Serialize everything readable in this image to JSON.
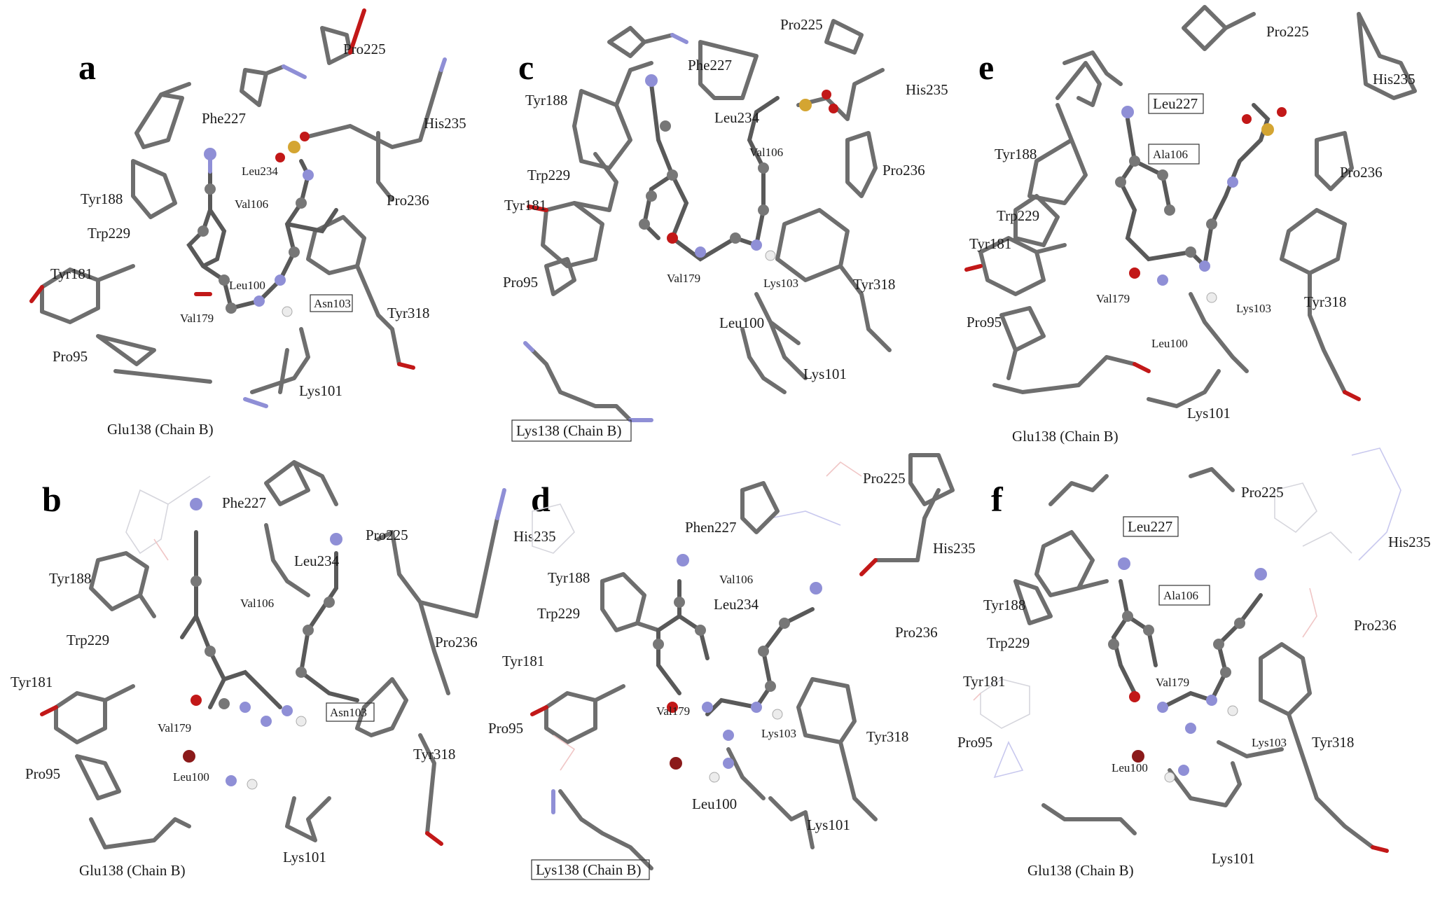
{
  "panels": [
    {
      "letter": "a",
      "labels": [
        "Pro225",
        "Phe227",
        "His235",
        "Tyr188",
        "Leu234",
        "Val106",
        "Pro236",
        "Trp229",
        "Tyr181",
        "Leu100",
        "Val179",
        "Tyr318",
        "Pro95",
        "Lys101",
        "Glu138 (Chain B)"
      ],
      "boxed": [
        "Asn103"
      ]
    },
    {
      "letter": "b",
      "labels": [
        "Phe227",
        "Pro225",
        "His235",
        "Leu234",
        "Tyr188",
        "Val106",
        "Pro236",
        "Trp229",
        "Tyr181",
        "Val179",
        "Tyr318",
        "Pro95",
        "Leu100",
        "Lys101",
        "Glu138 (Chain B)"
      ],
      "boxed": [
        "Asn103"
      ]
    },
    {
      "letter": "c",
      "labels": [
        "Pro225",
        "Phe227",
        "Tyr188",
        "Leu234",
        "His235",
        "Val106",
        "Pro236",
        "Trp229",
        "Tyr181",
        "Pro95",
        "Val179",
        "Lys103",
        "Tyr318",
        "Leu100",
        "Lys101"
      ],
      "boxed": [
        "Lys138 (Chain B)"
      ]
    },
    {
      "letter": "d",
      "labels": [
        "Pro225",
        "Phen227",
        "His235",
        "Val106",
        "Tyr188",
        "Leu234",
        "Pro236",
        "Trp229",
        "Tyr181",
        "Val179",
        "Pro95",
        "Lys103",
        "Tyr318",
        "Leu100",
        "Lys101"
      ],
      "boxed": [
        "Lys138 (Chain B)"
      ]
    },
    {
      "letter": "e",
      "labels": [
        "Pro225",
        "His235",
        "Tyr188",
        "Pro236",
        "Trp229",
        "Tyr181",
        "Val179",
        "Lys103",
        "Tyr318",
        "Pro95",
        "Leu100",
        "Lys101",
        "Glu138 (Chain B)"
      ],
      "boxed": [
        "Leu227",
        "Ala106"
      ]
    },
    {
      "letter": "f",
      "labels": [
        "Pro225",
        "His235",
        "Tyr188",
        "Pro236",
        "Trp229",
        "Tyr181",
        "Val179",
        "Pro95",
        "Lys103",
        "Tyr318",
        "Leu100",
        "Lys101",
        "Glu138 (Chain B)"
      ],
      "boxed": [
        "Leu227",
        "Ala106"
      ]
    }
  ],
  "colors": {
    "carbon": "#6e6e6e",
    "nitrogen": "#8f8fd6",
    "oxygen": "#c21818",
    "sulfur": "#d4a532",
    "hydrogen": "#ececec",
    "bromine": "#8b1a1a"
  }
}
